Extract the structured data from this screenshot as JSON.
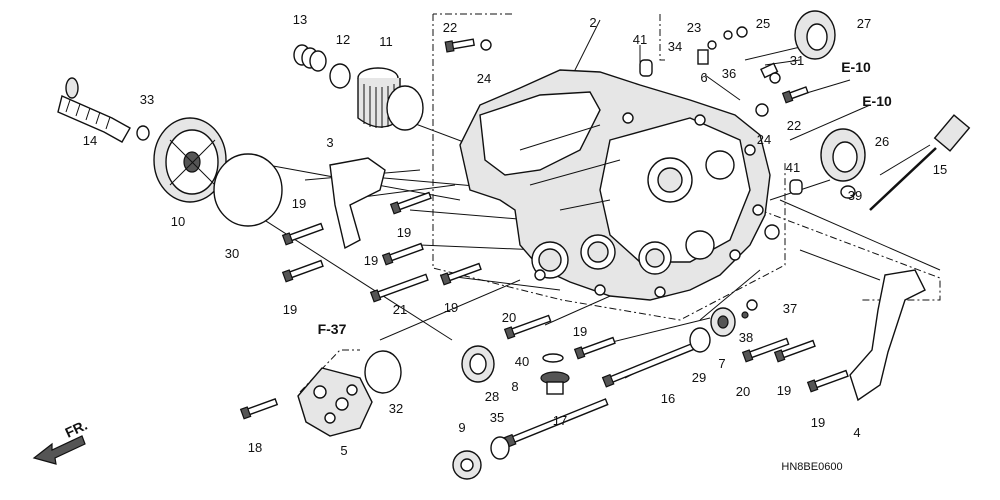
{
  "diagram": {
    "part_labels": [
      "2",
      "3",
      "4",
      "5",
      "6",
      "7",
      "8",
      "9",
      "10",
      "11",
      "12",
      "13",
      "14",
      "15",
      "16",
      "17",
      "18",
      "19",
      "19",
      "19",
      "19",
      "19",
      "19",
      "19",
      "19",
      "20",
      "20",
      "21",
      "22",
      "22",
      "23",
      "24",
      "24",
      "25",
      "26",
      "27",
      "28",
      "29",
      "30",
      "31",
      "32",
      "33",
      "34",
      "35",
      "36",
      "37",
      "38",
      "39",
      "40",
      "41",
      "41"
    ],
    "reference_labels": [
      "E-10",
      "E-10",
      "F-37"
    ],
    "direction_label": "FR.",
    "diagram_code": "HN8BE0600"
  }
}
